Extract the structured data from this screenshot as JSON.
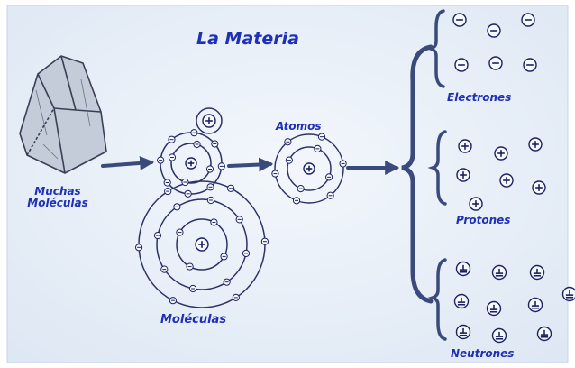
{
  "title": "La Materia",
  "labels": {
    "muchas_moleculas_line1": "Muchas",
    "muchas_moleculas_line2": "Moléculas",
    "moleculas": "Moléculas",
    "atomos": "Atomos",
    "electrones": "Electrones",
    "protones": "Protones",
    "neutrones": "Neutrones"
  },
  "symbols": {
    "electron": "⊖",
    "proton": "⊕",
    "neutron": "±"
  },
  "colors": {
    "ink": "#1e2fb8",
    "paper": "#e9f0f8",
    "sketch": "#333a55"
  }
}
